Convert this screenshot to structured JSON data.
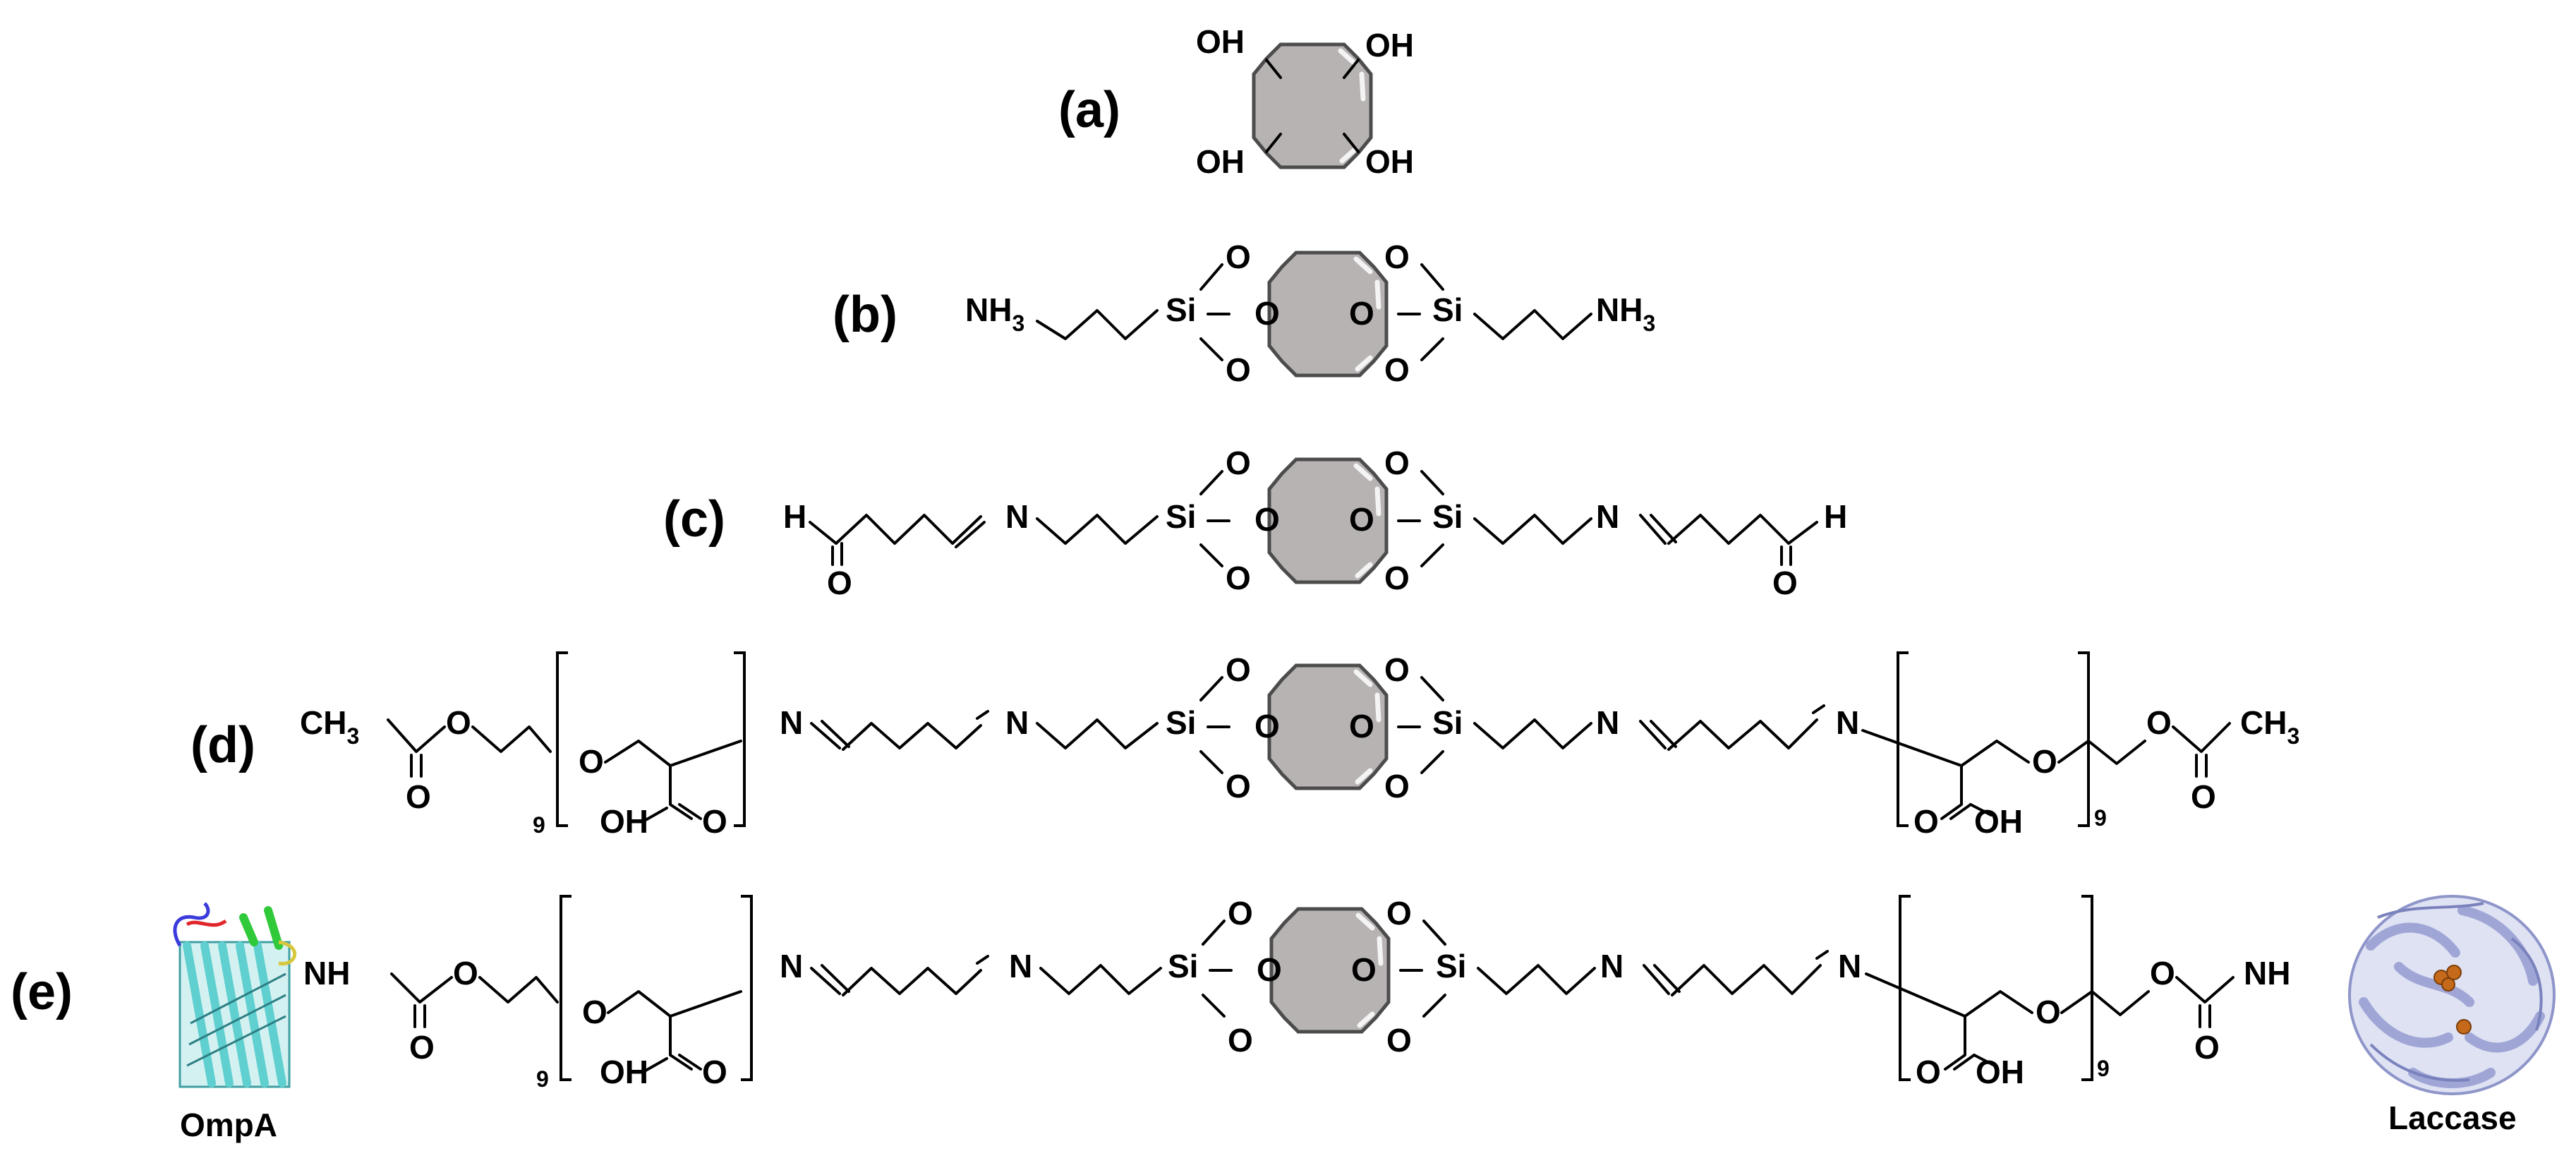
{
  "labels": {
    "a": "(a)",
    "b": "(b)",
    "c": "(c)",
    "d": "(d)",
    "e": "(e)"
  },
  "atoms": {
    "OH": "OH",
    "O": "O",
    "Si": "Si",
    "N": "N",
    "H": "H",
    "NH": "NH",
    "NH3_base": "NH",
    "NH3_sub": "3",
    "CH3_base": "CH",
    "CH3_sub": "3",
    "repeat": "9"
  },
  "proteins": {
    "left": "OmpA",
    "right": "Laccase"
  },
  "colors": {
    "core_fill": "#b7b3b2",
    "core_stroke": "#4c4c4c",
    "ompa_strands": "#5fcfcf",
    "laccase": "#9fa6d6",
    "copper": "#c46a1a"
  },
  "icons": {
    "core": "cyclodextrin-core-icon",
    "left_protein": "ompa-protein-structure-icon",
    "right_protein": "laccase-protein-structure-icon"
  }
}
